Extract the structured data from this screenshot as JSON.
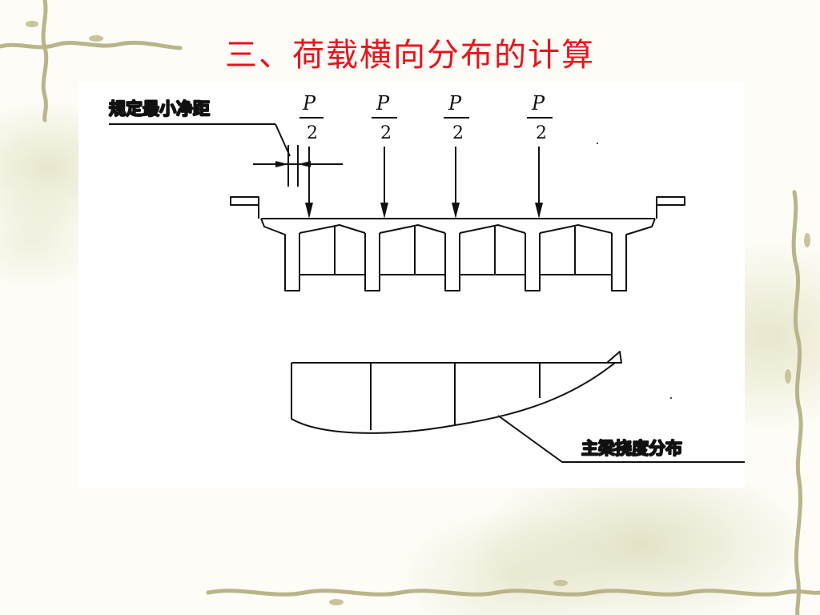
{
  "slide": {
    "title": "三、荷载横向分布的计算"
  },
  "diagram": {
    "clearance_label": "规定最小净距",
    "load_labels": [
      {
        "numerator": "P",
        "denominator": "2"
      },
      {
        "numerator": "P",
        "denominator": "2"
      },
      {
        "numerator": "P",
        "denominator": "2"
      },
      {
        "numerator": "P",
        "denominator": "2"
      }
    ],
    "deflection_label": "主梁挠度分布"
  },
  "colors": {
    "title": "#e8141c",
    "line": "#111111",
    "background": "#fdfcf6"
  }
}
